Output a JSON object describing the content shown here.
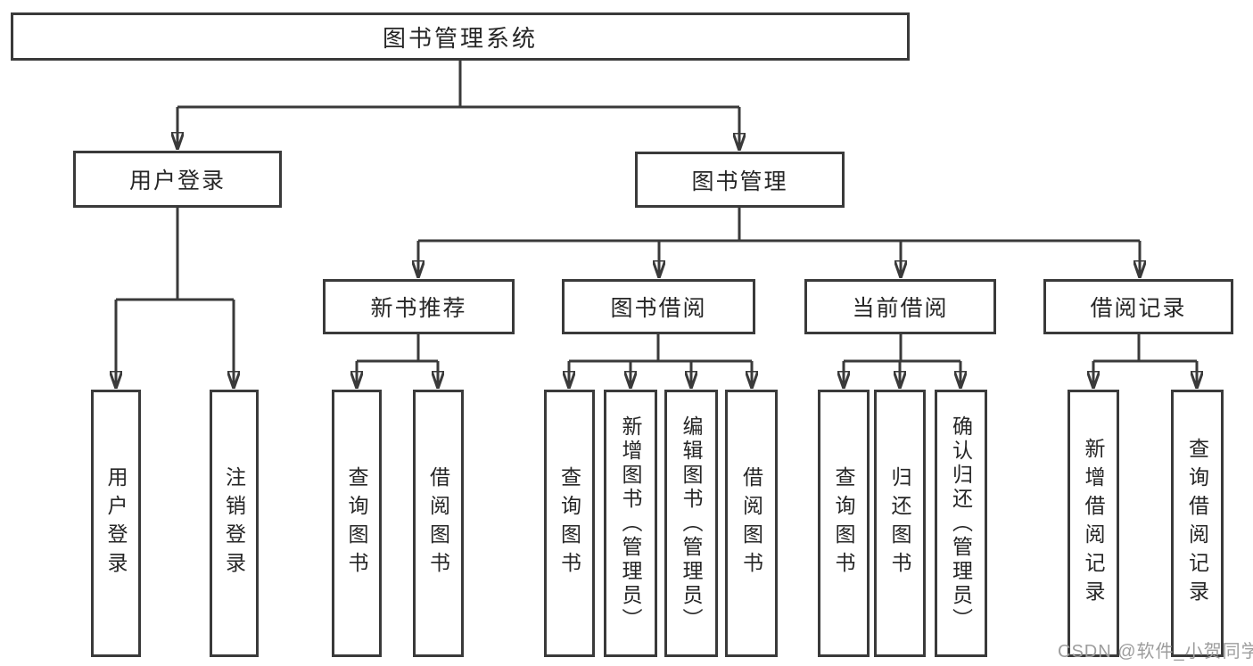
{
  "diagram": {
    "root": "图书管理系统",
    "branches": [
      {
        "label": "用户登录",
        "leaves": [
          "用户登录",
          "注销登录"
        ]
      },
      {
        "label": "图书管理",
        "groups": [
          {
            "label": "新书推荐",
            "leaves": [
              "查询图书",
              "借阅图书"
            ]
          },
          {
            "label": "图书借阅",
            "leaves": [
              "查询图书",
              "新增图书（管理员）",
              "编辑图书（管理员）",
              "借阅图书"
            ]
          },
          {
            "label": "当前借阅",
            "leaves": [
              "查询图书",
              "归还图书",
              "确认归还（管理员）"
            ]
          },
          {
            "label": "借阅记录",
            "leaves": [
              "新增借阅记录",
              "查询借阅记录"
            ]
          }
        ]
      }
    ]
  },
  "watermark": {
    "text": "CSDN @软件_小贺同学"
  },
  "colors": {
    "line": "#3a3a3a",
    "box_text": "#262626",
    "watermark": "#9d9d9d",
    "background": "#ffffff"
  }
}
